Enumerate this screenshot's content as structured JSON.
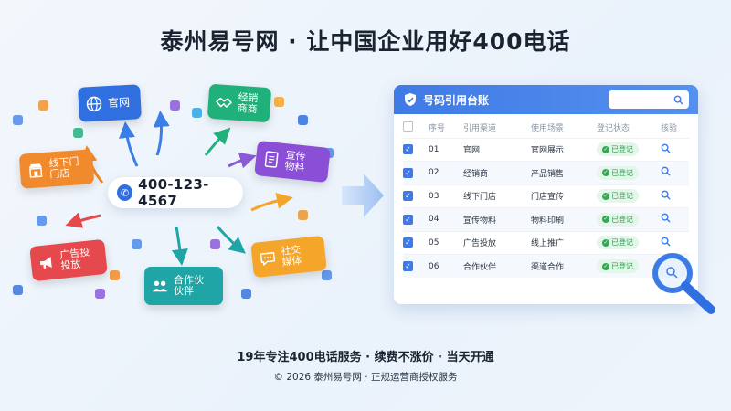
{
  "title": "泰州易号网 · 让中国企业用好400电话",
  "phone": "400-123-4567",
  "cards": [
    {
      "label": "官网",
      "icon": "globe-icon",
      "color": "#2f6fe0"
    },
    {
      "label": "经销\n商商",
      "icon": "handshake-icon",
      "color": "#20b07a"
    },
    {
      "label": "宣传\n物料",
      "icon": "document-icon",
      "color": "#8a4fd6"
    },
    {
      "label": "线下门\n门店",
      "icon": "store-icon",
      "color": "#f08a2c"
    },
    {
      "label": "广告投\n投放",
      "icon": "megaphone-icon",
      "color": "#e5484d"
    },
    {
      "label": "合作伙\n伙伴",
      "icon": "people-icon",
      "color": "#1fa5a5"
    },
    {
      "label": "社交\n媒体",
      "icon": "chat-icon",
      "color": "#f4a52a"
    }
  ],
  "ledger": {
    "title": "号码引用台账",
    "columns": [
      "序号",
      "引用渠道",
      "使用场景",
      "登记状态",
      "核验"
    ],
    "rows": [
      {
        "no": "01",
        "channel": "官网",
        "scene": "官网展示",
        "status": "已登记"
      },
      {
        "no": "02",
        "channel": "经销商",
        "scene": "产品销售",
        "status": "已登记"
      },
      {
        "no": "03",
        "channel": "线下门店",
        "scene": "门店宣传",
        "status": "已登记"
      },
      {
        "no": "04",
        "channel": "宣传物料",
        "scene": "物料印刷",
        "status": "已登记"
      },
      {
        "no": "05",
        "channel": "广告投放",
        "scene": "线上推广",
        "status": "已登记"
      },
      {
        "no": "06",
        "channel": "合作伙伴",
        "scene": "渠道合作",
        "status": "已登记"
      }
    ]
  },
  "tagline": "19年专注400电话服务 · 续费不涨价 · 当天开通",
  "copyright": "© 2026 泰州易号网 · 正规运营商授权服务",
  "colors": {
    "primary": "#3f7ae6",
    "success": "#34a853"
  }
}
